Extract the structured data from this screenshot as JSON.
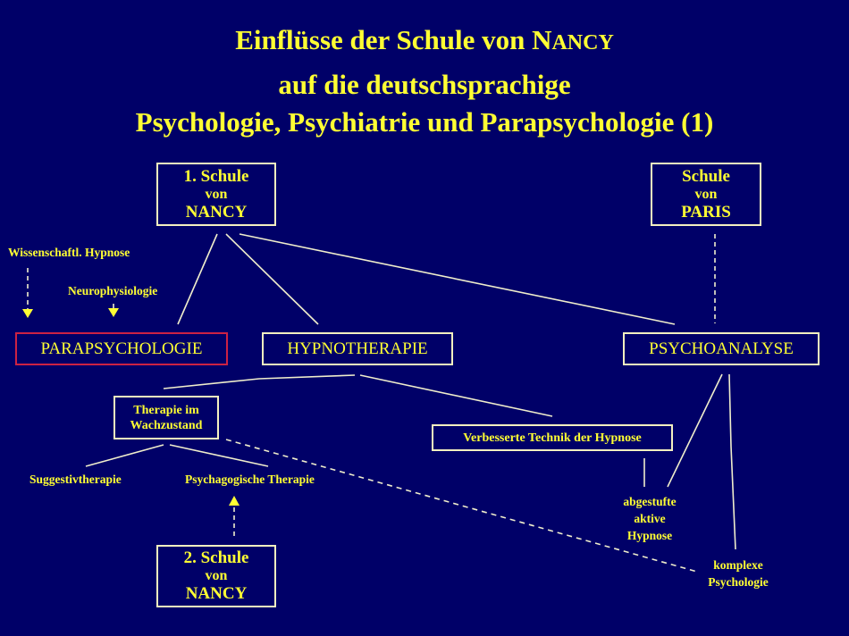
{
  "title": {
    "line1_prefix": "Einflüsse der Schule von N",
    "line1_smallcaps": "ANCY",
    "line2": "auf die deutschsprachige",
    "line3": "Psychologie, Psychiatrie und Parapsychologie (1)"
  },
  "nodes": {
    "schule_nancy_1": [
      "1. Schule",
      "von",
      "NANCY"
    ],
    "schule_paris": [
      "Schule",
      "von",
      "PARIS"
    ],
    "parapsychologie": "PARAPSYCHOLOGIE",
    "hypnotherapie": "HYPNOTHERAPIE",
    "psychoanalyse": "PSYCHOANALYSE",
    "therapie_wachzustand": [
      "Therapie im",
      "Wachzustand"
    ],
    "verbesserte_technik": "Verbesserte Technik der Hypnose",
    "schule_nancy_2": [
      "2. Schule",
      "von",
      "NANCY"
    ]
  },
  "labels": {
    "wissenschaftl_hypnose": "Wissenschaftl. Hypnose",
    "neurophysiologie": "Neurophysiologie",
    "suggestivtherapie": "Suggestivtherapie",
    "psychagogische_therapie": "Psychagogische Therapie",
    "abgestufte": [
      "abgestufte",
      "aktive",
      "Hypnose"
    ],
    "komplexe": [
      "komplexe",
      "Psychologie"
    ]
  },
  "colors": {
    "background": "#000068",
    "text": "#ffff33",
    "border": "#f4f0c0",
    "highlight_border": "#cc2244"
  }
}
